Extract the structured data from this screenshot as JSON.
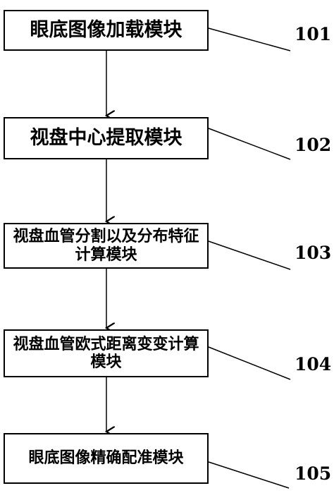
{
  "diagram": {
    "boxes": [
      {
        "text": "眼底图像加载模块",
        "ref": "101"
      },
      {
        "text": "视盘中心提取模块",
        "ref": "102"
      },
      {
        "text": "视盘血管分割以及分布特征计算模块",
        "ref": "103"
      },
      {
        "text": "视盘血管欧式距离变变计算模块",
        "ref": "104"
      },
      {
        "text": "眼底图像精确配准模块",
        "ref": "105"
      }
    ]
  }
}
